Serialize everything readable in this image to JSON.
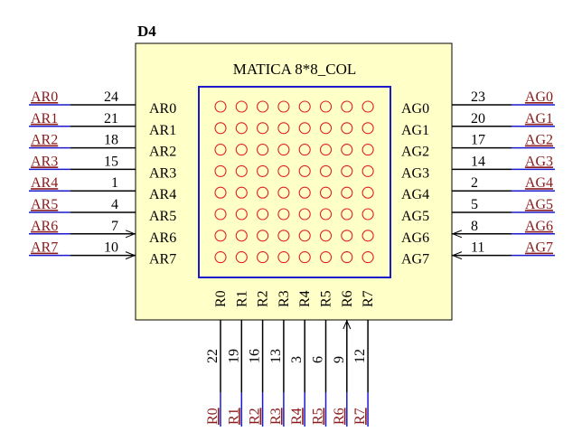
{
  "component": {
    "designator": "D4",
    "title": "MATICA 8*8_COL"
  },
  "matrix": {
    "rows": 8,
    "cols": 8,
    "led_color": "#e02020",
    "frame_color": "#1a1acc"
  },
  "colors": {
    "body_fill": "#ffffc8",
    "body_stroke": "#000000",
    "net_label": "#8b1a1a",
    "wire": "#1a1acc",
    "pin": "#000000"
  },
  "left_pins": [
    {
      "name": "AR0",
      "num": "24",
      "net": "AR0",
      "type": "passive"
    },
    {
      "name": "AR1",
      "num": "21",
      "net": "AR1",
      "type": "passive"
    },
    {
      "name": "AR2",
      "num": "18",
      "net": "AR2",
      "type": "passive"
    },
    {
      "name": "AR3",
      "num": "15",
      "net": "AR3",
      "type": "passive"
    },
    {
      "name": "AR4",
      "num": "1",
      "net": "AR4",
      "type": "passive"
    },
    {
      "name": "AR5",
      "num": "4",
      "net": "AR5",
      "type": "passive"
    },
    {
      "name": "AR6",
      "num": "7",
      "net": "AR6",
      "type": "input"
    },
    {
      "name": "AR7",
      "num": "10",
      "net": "AR7",
      "type": "input"
    }
  ],
  "right_pins": [
    {
      "name": "AG0",
      "num": "23",
      "net": "AG0",
      "type": "passive"
    },
    {
      "name": "AG1",
      "num": "20",
      "net": "AG1",
      "type": "passive"
    },
    {
      "name": "AG2",
      "num": "17",
      "net": "AG2",
      "type": "passive"
    },
    {
      "name": "AG3",
      "num": "14",
      "net": "AG3",
      "type": "passive"
    },
    {
      "name": "AG4",
      "num": "2",
      "net": "AG4",
      "type": "passive"
    },
    {
      "name": "AG5",
      "num": "5",
      "net": "AG5",
      "type": "passive"
    },
    {
      "name": "AG6",
      "num": "8",
      "net": "AG6",
      "type": "input"
    },
    {
      "name": "AG7",
      "num": "11",
      "net": "AG7",
      "type": "input"
    }
  ],
  "bottom_pins": [
    {
      "name": "R0",
      "num": "22",
      "net": "R0",
      "type": "passive"
    },
    {
      "name": "R1",
      "num": "19",
      "net": "R1",
      "type": "passive"
    },
    {
      "name": "R2",
      "num": "16",
      "net": "R2",
      "type": "passive"
    },
    {
      "name": "R3",
      "num": "13",
      "net": "R3",
      "type": "passive"
    },
    {
      "name": "R4",
      "num": "3",
      "net": "R4",
      "type": "passive"
    },
    {
      "name": "R5",
      "num": "6",
      "net": "R5",
      "type": "passive"
    },
    {
      "name": "R6",
      "num": "9",
      "net": "R6",
      "type": "input"
    },
    {
      "name": "R7",
      "num": "12",
      "net": "R7",
      "type": "passive"
    }
  ]
}
